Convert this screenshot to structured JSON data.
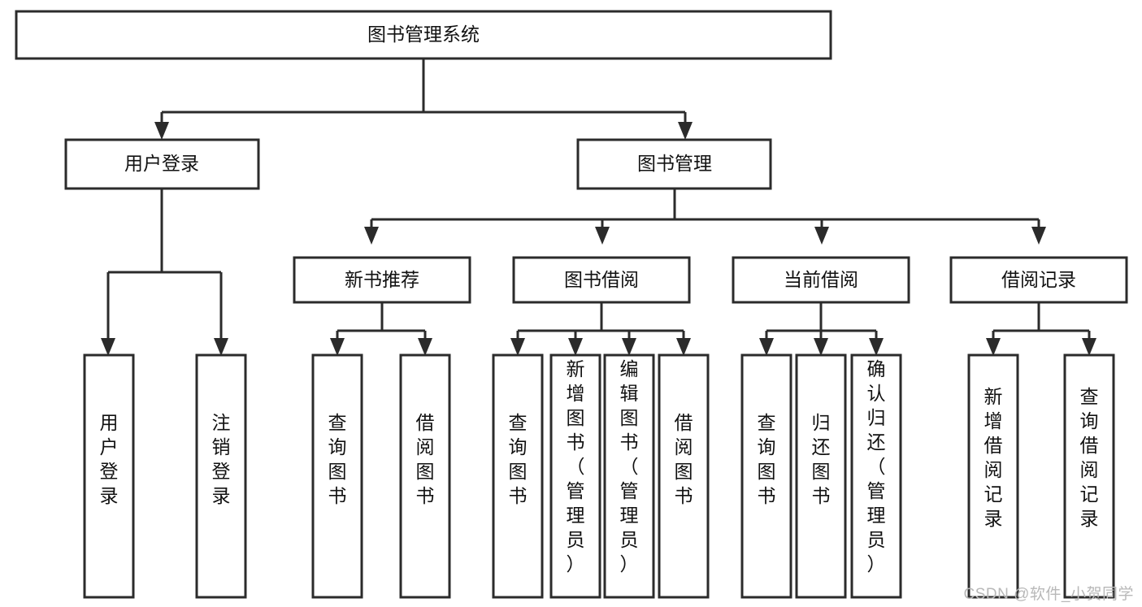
{
  "diagram": {
    "type": "tree",
    "title": "图书管理系统",
    "watermark": "CSDN @软件_小贺同学",
    "colors": {
      "stroke": "#2b2b2b",
      "fill": "#ffffff",
      "text": "#111111",
      "watermark": "#b8b8b8"
    },
    "nodes": {
      "root": {
        "label": "图书管理系统",
        "orientation": "horizontal"
      },
      "l1": [
        {
          "label": "用户登录",
          "orientation": "horizontal"
        },
        {
          "label": "图书管理",
          "orientation": "horizontal"
        }
      ],
      "l2": [
        {
          "label": "新书推荐",
          "orientation": "horizontal"
        },
        {
          "label": "图书借阅",
          "orientation": "horizontal"
        },
        {
          "label": "当前借阅",
          "orientation": "horizontal"
        },
        {
          "label": "借阅记录",
          "orientation": "horizontal"
        }
      ],
      "leaves_user_login": [
        {
          "label": "用户登录",
          "orientation": "vertical"
        },
        {
          "label": "注销登录",
          "orientation": "vertical"
        }
      ],
      "leaves_new_book": [
        {
          "label": "查询图书",
          "orientation": "vertical"
        },
        {
          "label": "借阅图书",
          "orientation": "vertical"
        }
      ],
      "leaves_borrow": [
        {
          "label": "查询图书",
          "orientation": "vertical"
        },
        {
          "label": "新增图书（管理员）",
          "orientation": "vertical"
        },
        {
          "label": "编辑图书（管理员）",
          "orientation": "vertical"
        },
        {
          "label": "借阅图书",
          "orientation": "vertical"
        }
      ],
      "leaves_current": [
        {
          "label": "查询图书",
          "orientation": "vertical"
        },
        {
          "label": "归还图书",
          "orientation": "vertical"
        },
        {
          "label": "确认归还（管理员）",
          "orientation": "vertical"
        }
      ],
      "leaves_records": [
        {
          "label": "新增借阅记录",
          "orientation": "vertical"
        },
        {
          "label": "查询借阅记录",
          "orientation": "vertical"
        }
      ]
    },
    "edges": [
      {
        "from": "图书管理系统",
        "to": "用户登录"
      },
      {
        "from": "图书管理系统",
        "to": "图书管理"
      },
      {
        "from": "用户登录",
        "to": "用户登录"
      },
      {
        "from": "用户登录",
        "to": "注销登录"
      },
      {
        "from": "图书管理",
        "to": "新书推荐"
      },
      {
        "from": "图书管理",
        "to": "图书借阅"
      },
      {
        "from": "图书管理",
        "to": "当前借阅"
      },
      {
        "from": "图书管理",
        "to": "借阅记录"
      },
      {
        "from": "新书推荐",
        "to": "查询图书"
      },
      {
        "from": "新书推荐",
        "to": "借阅图书"
      },
      {
        "from": "图书借阅",
        "to": "查询图书"
      },
      {
        "from": "图书借阅",
        "to": "新增图书（管理员）"
      },
      {
        "from": "图书借阅",
        "to": "编辑图书（管理员）"
      },
      {
        "from": "图书借阅",
        "to": "借阅图书"
      },
      {
        "from": "当前借阅",
        "to": "查询图书"
      },
      {
        "from": "当前借阅",
        "to": "归还图书"
      },
      {
        "from": "当前借阅",
        "to": "确认归还（管理员）"
      },
      {
        "from": "借阅记录",
        "to": "新增借阅记录"
      },
      {
        "from": "借阅记录",
        "to": "查询借阅记录"
      }
    ]
  }
}
